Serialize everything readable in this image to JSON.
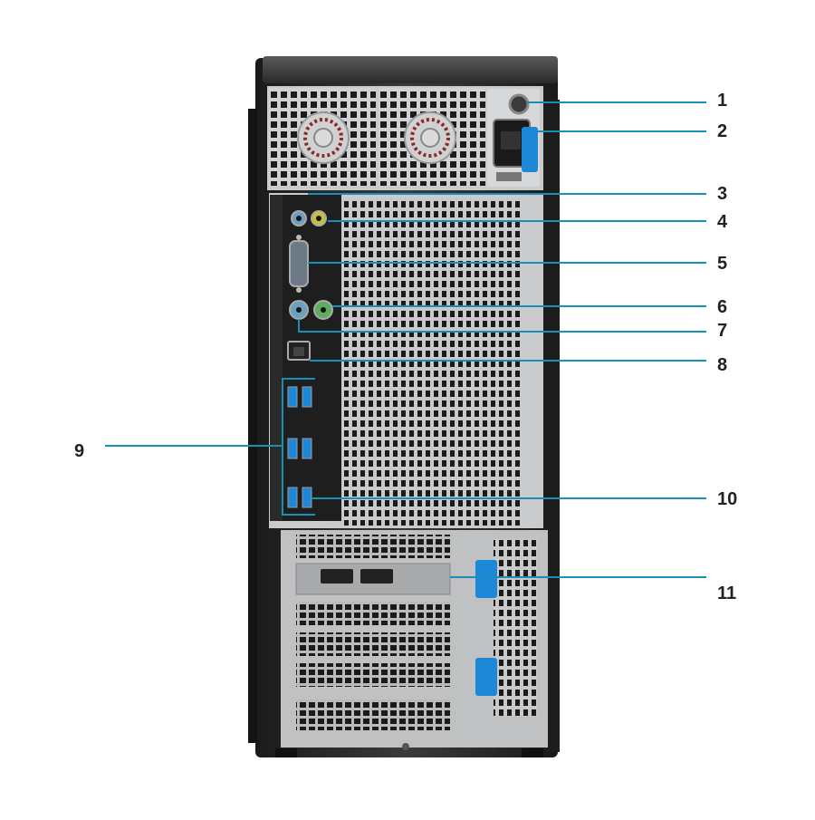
{
  "figure": {
    "subject": "Tower workstation rear panel",
    "callouts": [
      {
        "label": "1",
        "name": "power-button-icon"
      },
      {
        "label": "2",
        "name": "power-connector-icon"
      },
      {
        "label": "3",
        "name": "line-in-port-icon"
      },
      {
        "label": "4",
        "name": "line-out-port-icon"
      },
      {
        "label": "5",
        "name": "serial-port-icon"
      },
      {
        "label": "6",
        "name": "ps2-mouse-port-icon"
      },
      {
        "label": "7",
        "name": "ps2-keyboard-port-icon"
      },
      {
        "label": "8",
        "name": "network-port-icon"
      },
      {
        "label": "9",
        "name": "usb-ports-icon"
      },
      {
        "label": "10",
        "name": "usb-port-icon"
      },
      {
        "label": "11",
        "name": "expansion-card-slot-icon"
      }
    ]
  },
  "colors": {
    "case": "#2a2a2a",
    "panel": "#c9cbcd",
    "ioPlate": "#1e1e1e",
    "accentBlue": "#1e88d8",
    "leader": "#1a8fb5",
    "audioGreen": "#c5c23a",
    "ps2Purple": "#6aa0c0",
    "ps2Green": "#5cae5c",
    "text": "#222222"
  }
}
